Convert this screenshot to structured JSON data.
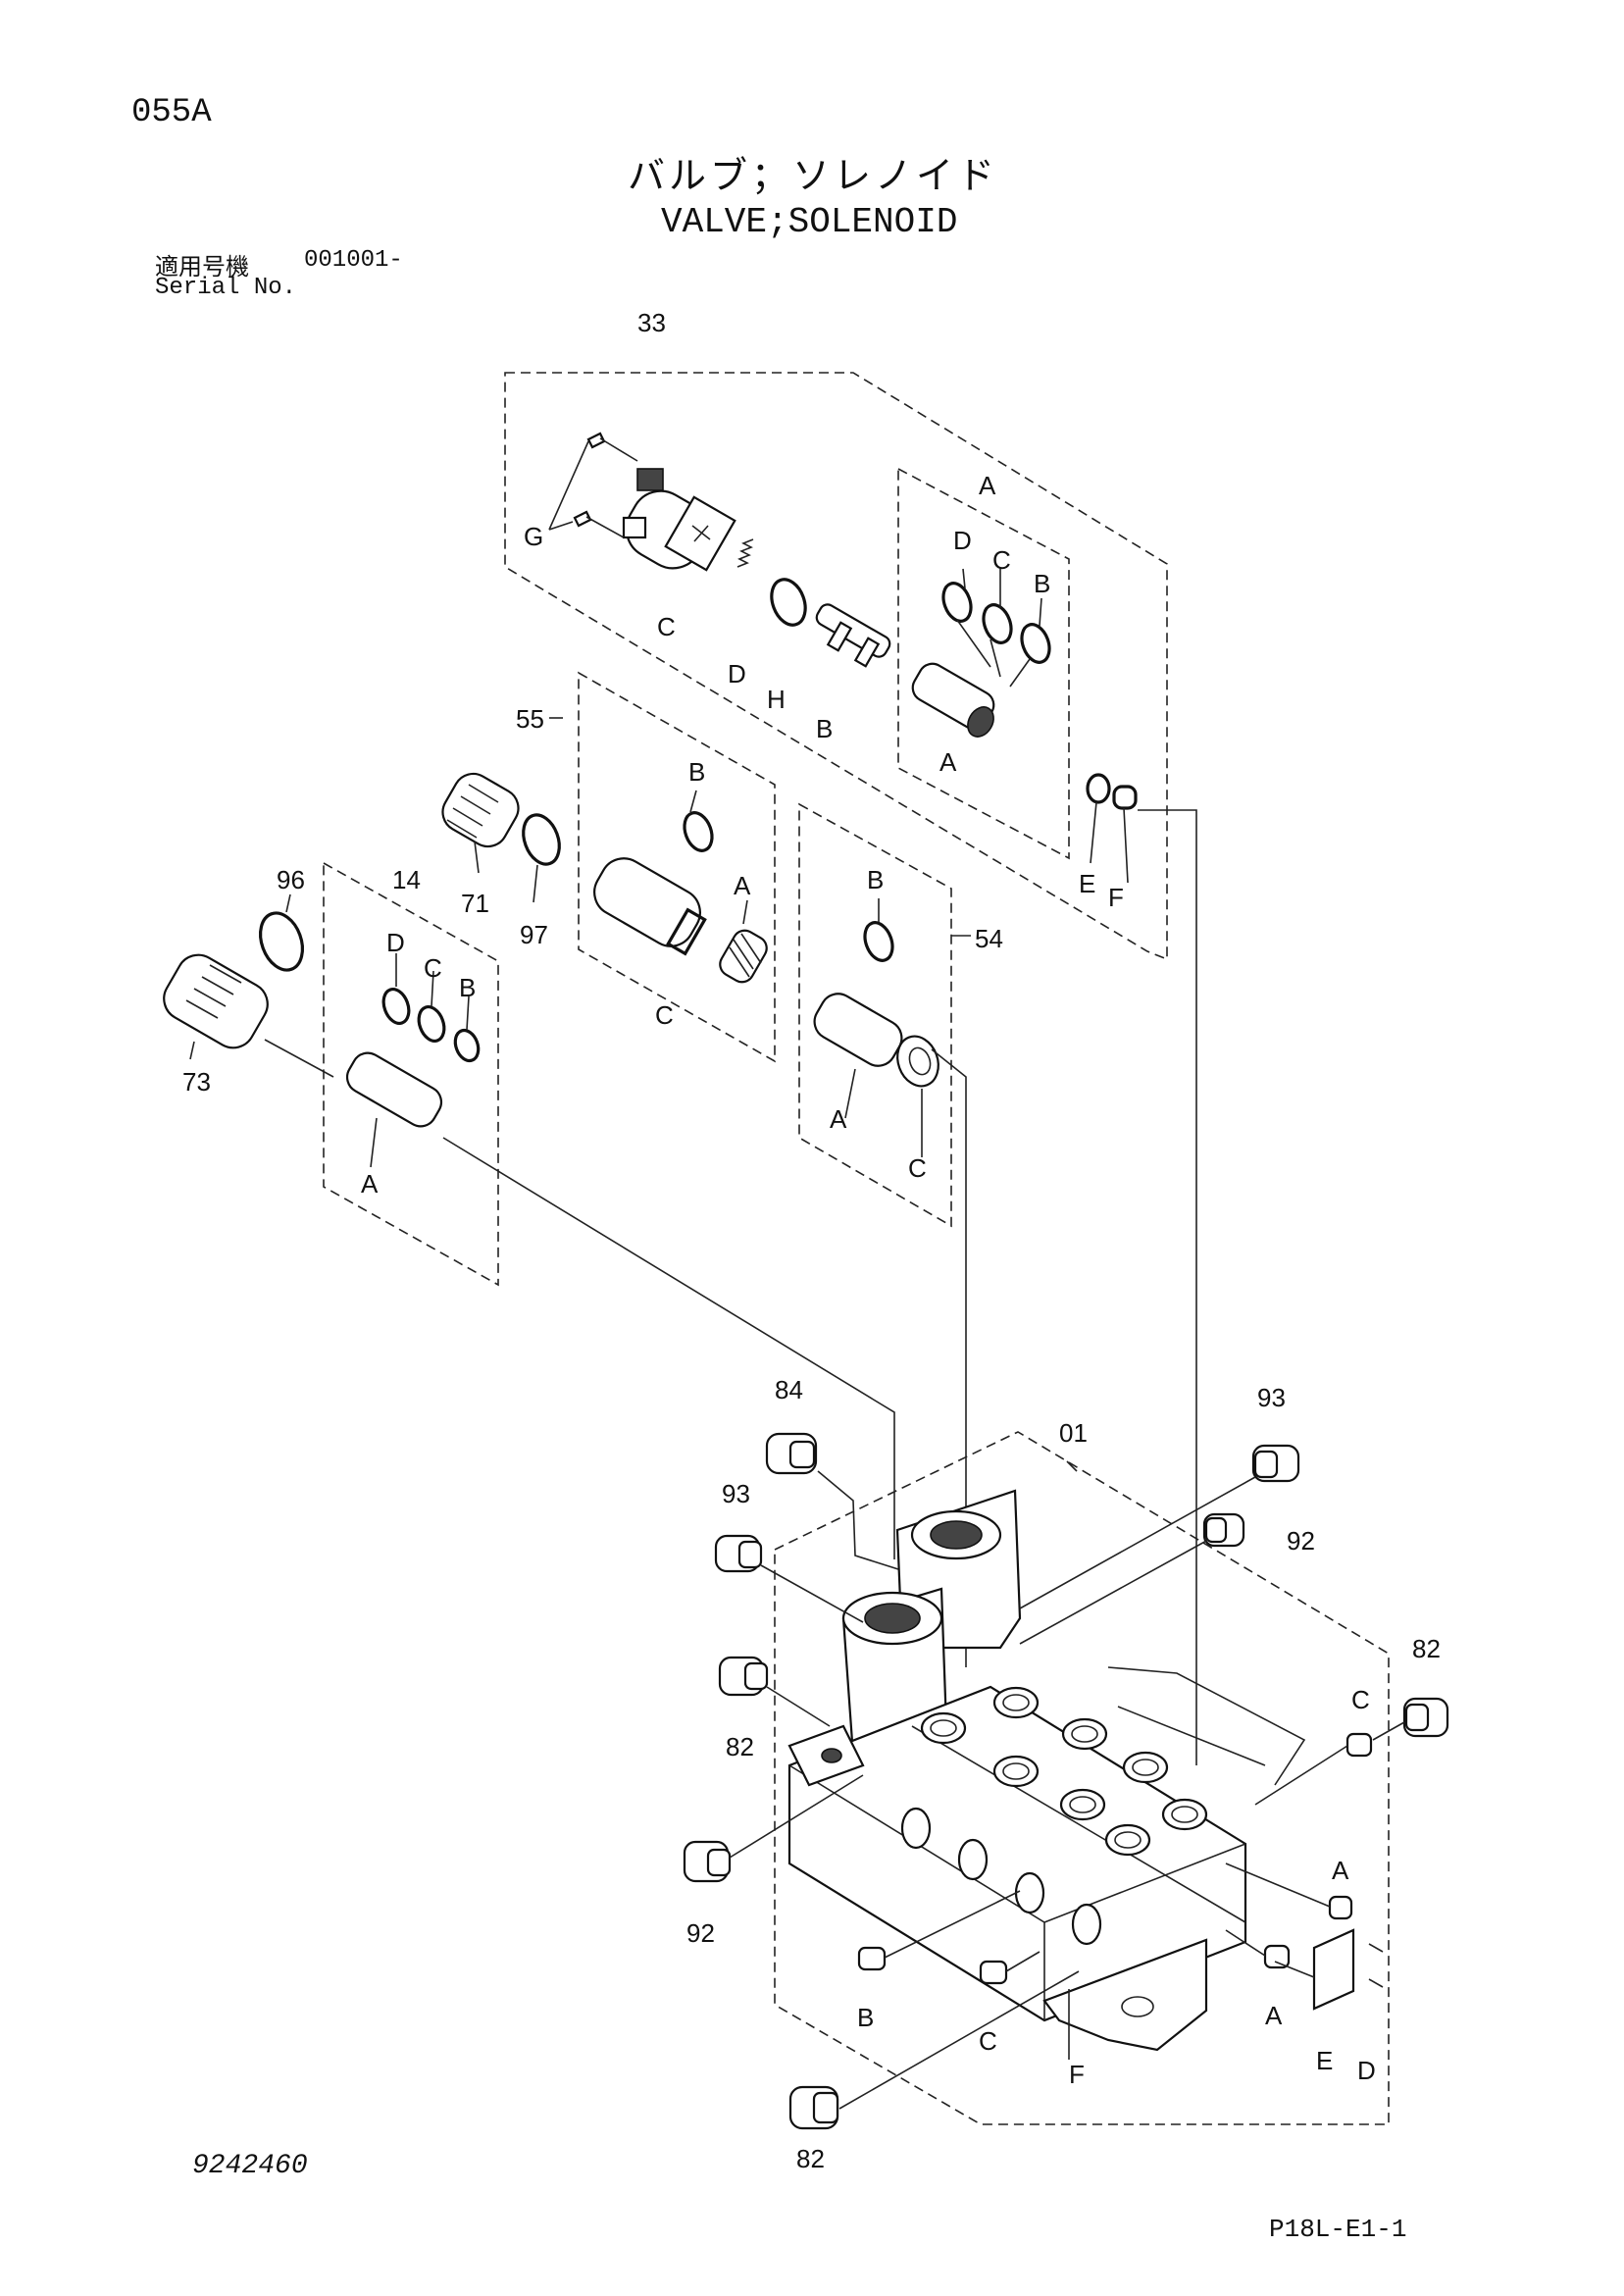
{
  "header": {
    "page_code": "055A",
    "title_jp": "バルブ；ソレノイド",
    "title_en": "VALVE;SOLENOID",
    "serial_label_jp": "適用号機",
    "serial_range": "001001-",
    "serial_label_en": "Serial No."
  },
  "footer": {
    "doc_number": "9242460",
    "sheet_code": "P18L-E1-1"
  },
  "callouts": {
    "c33": "33",
    "c33_A": "A",
    "c33_A2": "A",
    "c33_B": "B",
    "c33_B2": "B",
    "c33_C": "C",
    "c33_C2": "C",
    "c33_D": "D",
    "c33_D2": "D",
    "c33_E": "E",
    "c33_F": "F",
    "c33_G": "G",
    "c33_H": "H",
    "c55": "55",
    "c55_B": "B",
    "c55_A": "A",
    "c55_C": "C",
    "c54": "54",
    "c54_B": "B",
    "c54_A": "A",
    "c54_C": "C",
    "c71": "71",
    "c97": "97",
    "c96": "96",
    "c73": "73",
    "c14": "14",
    "c14_D": "D",
    "c14_C": "C",
    "c14_B": "B",
    "c14_A": "A",
    "c84": "84",
    "c93a": "93",
    "c93b": "93",
    "c01": "01",
    "c92a": "92",
    "c92b": "92",
    "c82a": "82",
    "c82b": "82",
    "c82c": "82",
    "b_C1": "C",
    "b_A1": "A",
    "b_A2": "A",
    "b_B": "B",
    "b_C2": "C",
    "b_F": "F",
    "b_E": "E",
    "b_D": "D"
  }
}
